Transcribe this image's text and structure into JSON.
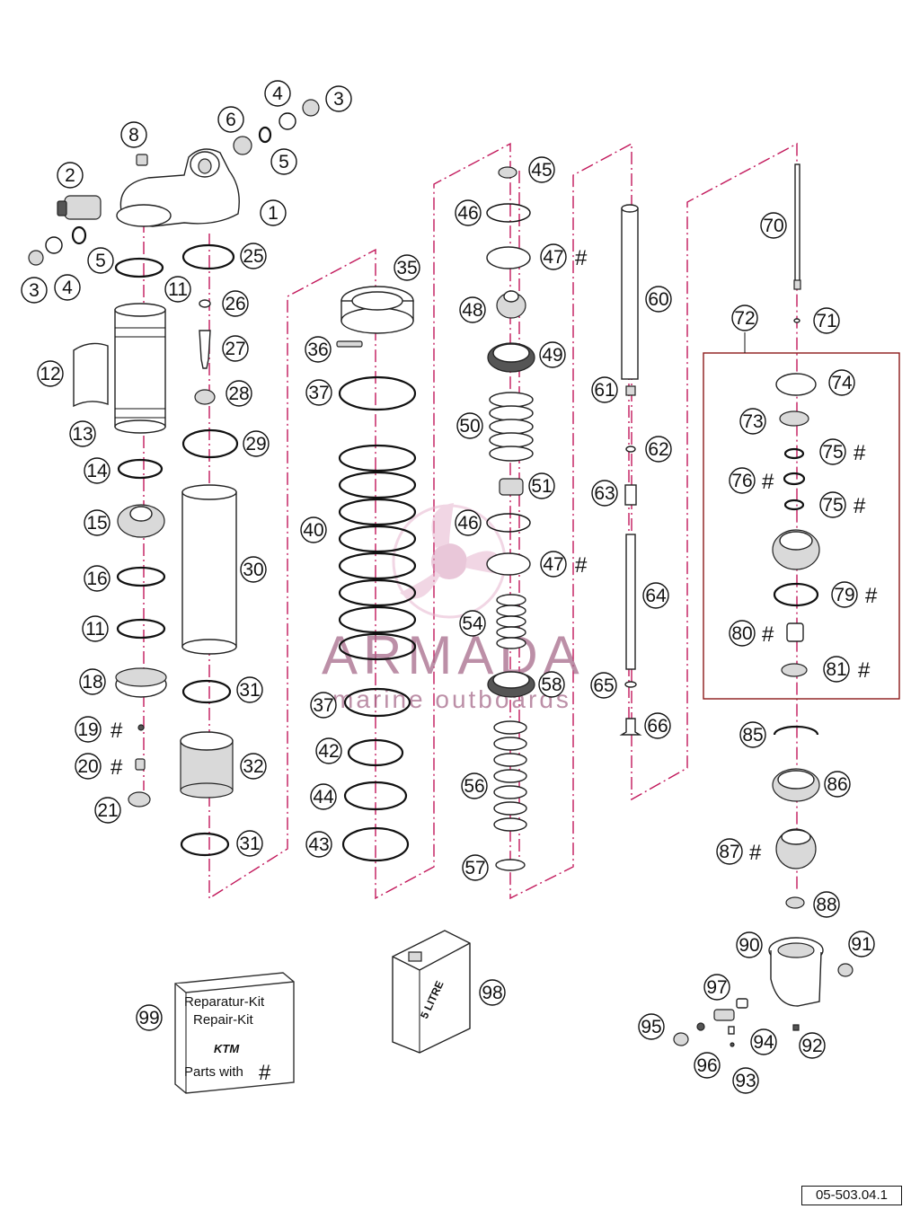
{
  "callouts": {
    "c1": "1",
    "c2": "2",
    "c3a": "3",
    "c3b": "3",
    "c4a": "4",
    "c4b": "4",
    "c5a": "5",
    "c5b": "5",
    "c6": "6",
    "c8": "8",
    "c11a": "11",
    "c11b": "11",
    "c12": "12",
    "c13": "13",
    "c14": "14",
    "c15": "15",
    "c16": "16",
    "c18": "18",
    "c19": "19",
    "c20": "20",
    "c21": "21",
    "c25": "25",
    "c26": "26",
    "c27": "27",
    "c28": "28",
    "c29": "29",
    "c30": "30",
    "c31a": "31",
    "c31b": "31",
    "c32": "32",
    "c35": "35",
    "c36": "36",
    "c37a": "37",
    "c37b": "37",
    "c40": "40",
    "c42": "42",
    "c43": "43",
    "c44": "44",
    "c45": "45",
    "c46a": "46",
    "c46b": "46",
    "c47a": "47",
    "c47b": "47",
    "c48": "48",
    "c49": "49",
    "c50": "50",
    "c51": "51",
    "c54": "54",
    "c56": "56",
    "c57": "57",
    "c58": "58",
    "c60": "60",
    "c61": "61",
    "c62": "62",
    "c63": "63",
    "c64": "64",
    "c65": "65",
    "c66": "66",
    "c70": "70",
    "c71": "71",
    "c72": "72",
    "c73": "73",
    "c74": "74",
    "c75a": "75",
    "c75b": "75",
    "c76": "76",
    "c79": "79",
    "c80": "80",
    "c81": "81",
    "c85": "85",
    "c86": "86",
    "c87": "87",
    "c88": "88",
    "c90": "90",
    "c91": "91",
    "c92": "92",
    "c93": "93",
    "c94": "94",
    "c95": "95",
    "c96": "96",
    "c97": "97",
    "c98": "98",
    "c99": "99"
  },
  "hash_mark": "#",
  "kit": {
    "line1": "Reparatur-Kit",
    "line2": "Repair-Kit",
    "logo": "KTM",
    "line3": "Parts with",
    "hash": "#"
  },
  "oil_can": {
    "label": "5 LITRE",
    "side_label": "5 LITRE"
  },
  "watermark": {
    "brand": "ARMADA",
    "tagline": "marine outboards"
  },
  "reference_number": "05-503.04.1",
  "colors": {
    "dash_line": "#c2185b",
    "watermark": "#a66a8a",
    "kit_box": "#333333"
  }
}
